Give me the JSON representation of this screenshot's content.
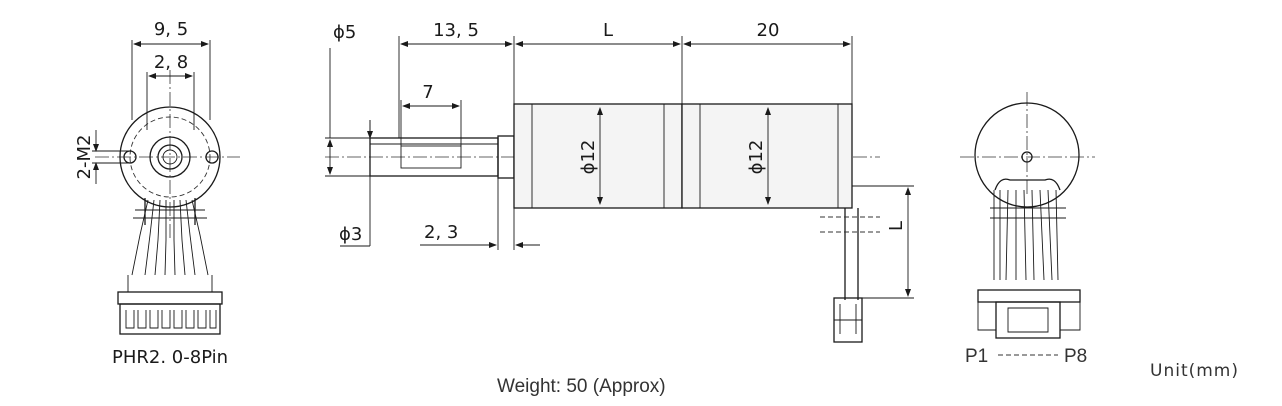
{
  "front_view": {
    "dim_width_outer": "9, 5",
    "dim_width_inner": "2, 8",
    "dim_holes": "2-M2",
    "connector_label": "PHR2. 0-8Pin"
  },
  "side_view": {
    "dim_shaft_diameter": "ϕ5",
    "dim_shaft_length": "13, 5",
    "dim_flat_length": "7",
    "dim_flat_diameter": "ϕ3",
    "dim_collar": "2, 3",
    "dim_gearbox_length": "L",
    "dim_motor_length": "20",
    "dim_gearbox_diameter": "ϕ12",
    "dim_motor_diameter": "ϕ12",
    "dim_cable_length": "L"
  },
  "rear_view": {
    "pin_start": "P1",
    "pin_end": "P8"
  },
  "footer": {
    "weight": "Weight: 50 (Approx)",
    "unit": "Unit(mm)"
  }
}
